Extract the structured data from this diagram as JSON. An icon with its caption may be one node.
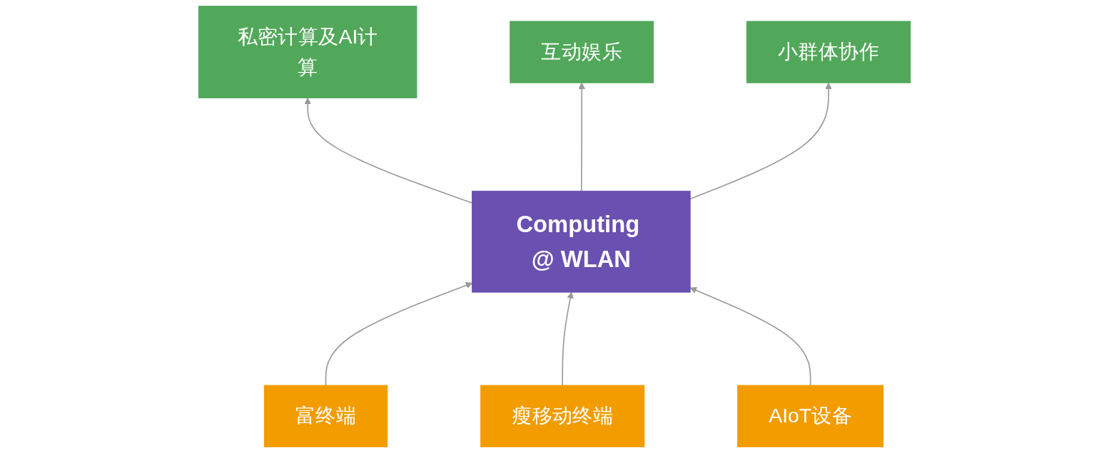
{
  "diagram": {
    "nodes": [
      {
        "text": [
          "私密计算及AI计算"
        ]
      },
      {
        "text": [
          "互动娱乐"
        ]
      },
      {
        "text": [
          "小群体协作"
        ]
      },
      {
        "text": [
          "Computing @ WLAN"
        ]
      },
      {
        "text": [
          "富终端"
        ]
      },
      {
        "text": [
          "瘦移动终端"
        ]
      },
      {
        "text": [
          "AIoT设备"
        ]
      }
    ],
    "edges": [
      {
        "from": 3,
        "to": 0,
        "arrow": "to"
      },
      {
        "from": 3,
        "to": 1,
        "arrow": "to"
      },
      {
        "from": 3,
        "to": 2,
        "arrow": "to"
      },
      {
        "from": 4,
        "to": 3,
        "arrow": "to"
      },
      {
        "from": 5,
        "to": 3,
        "arrow": "to"
      },
      {
        "from": 6,
        "to": 3,
        "arrow": "to"
      }
    ]
  }
}
